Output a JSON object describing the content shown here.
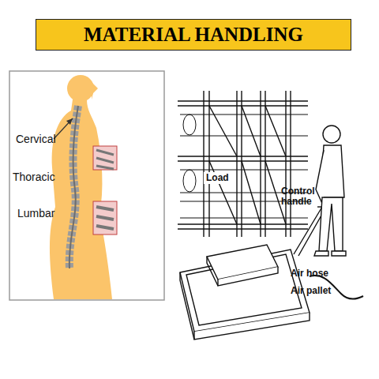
{
  "diagram": {
    "title": "MATERIAL HANDLING",
    "labels": [
      "Cervical",
      "Thoracic",
      "Lumbar",
      "Load",
      "Control handle",
      "Air hose",
      "Air pallet"
    ]
  }
}
